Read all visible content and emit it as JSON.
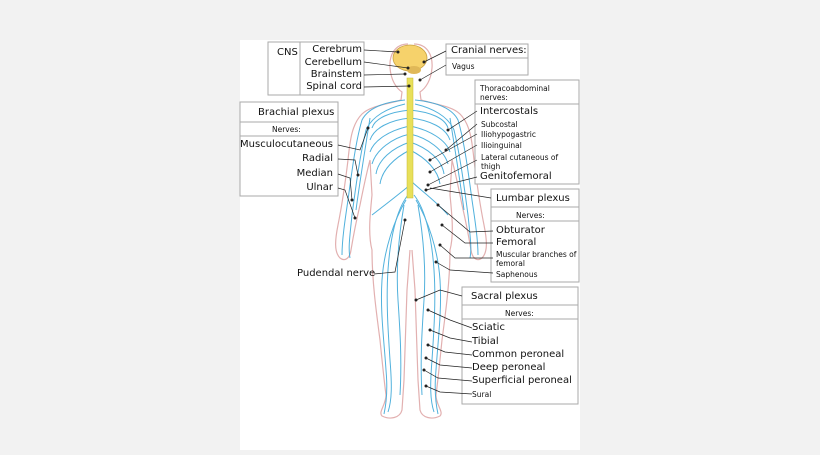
{
  "cns": {
    "title": "CNS",
    "items": [
      "Cerebrum",
      "Cerebellum",
      "Brainstem",
      "Spinal cord"
    ]
  },
  "cranial": {
    "title": "Cranial nerves:",
    "items": [
      "Vagus"
    ]
  },
  "brachial": {
    "title": "Brachial plexus",
    "nerves_label": "Nerves:",
    "items": [
      "Musculocutaneous",
      "Radial",
      "Median",
      "Ulnar"
    ]
  },
  "thoraco": {
    "title": "Thoracoabdominal nerves:",
    "items": [
      "Intercostals",
      "Subcostal",
      "Iliohypogastric",
      "Ilioinguinal",
      "Lateral cutaneous of thigh",
      "Genitofemoral"
    ]
  },
  "lumbar": {
    "title": "Lumbar plexus",
    "nerves_label": "Nerves:",
    "items": [
      "Obturator",
      "Femoral",
      "Muscular branches of femoral",
      "Saphenous"
    ]
  },
  "pudendal": {
    "label": "Pudendal nerve"
  },
  "sacral": {
    "title": "Sacral plexus",
    "nerves_label": "Nerves:",
    "items": [
      "Sciatic",
      "Tibial",
      "Common peroneal",
      "Deep peroneal",
      "Superficial peroneal",
      "Sural"
    ]
  },
  "colors": {
    "nerve": "#3fa9d9",
    "spinal_cord": "#e8e05a",
    "brain": "#f6d26b",
    "body_outline": "#e2b0b0",
    "box_border": "#aaaaaa"
  }
}
